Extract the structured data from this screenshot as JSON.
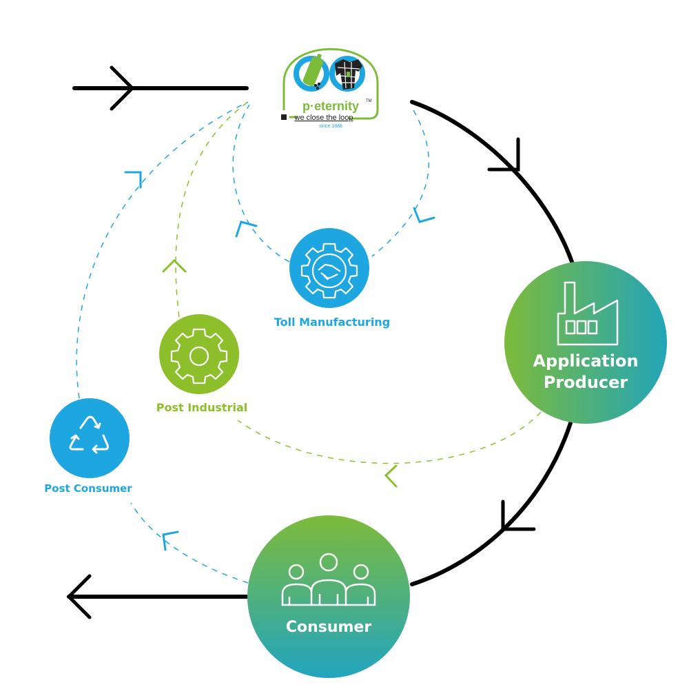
{
  "logo": {
    "brand": "p·eternity",
    "trademark": "TM",
    "tagline": "we close the loop",
    "since": "since 1888",
    "colors": {
      "green": "#7dbb3a",
      "blue": "#1ea6e0",
      "dark": "#222222"
    }
  },
  "nodes": {
    "application_producer": {
      "label_line1": "Application",
      "label_line2": "Producer",
      "icon": "factory-icon"
    },
    "consumer": {
      "label": "Consumer",
      "icon": "people-icon"
    },
    "toll_manufacturing": {
      "label": "Toll Manufacturing",
      "icon": "gear-handshake-icon"
    },
    "post_industrial": {
      "label": "Post Industrial",
      "icon": "gear-icon"
    },
    "post_consumer": {
      "label": "Post Consumer",
      "icon": "recycle-icon"
    }
  },
  "colors": {
    "main_flow": "#000000",
    "blue_loop": "#1ea6e0",
    "green_loop": "#8cbf2a",
    "gradient_green": "#7dbb3a",
    "gradient_teal": "#22a5b8"
  }
}
